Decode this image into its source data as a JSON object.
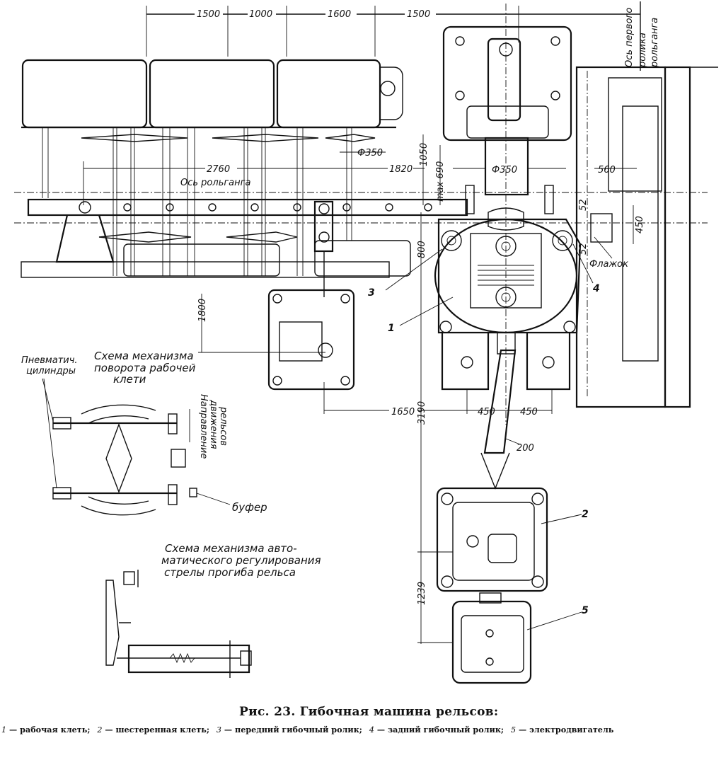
{
  "figure": {
    "title": "Рис. 23. Гибочная машина рельсов:",
    "legend": [
      {
        "num": "1",
        "sep": "—",
        "text": "рабочая клеть;"
      },
      {
        "num": "2",
        "sep": "—",
        "text": "шестеренная клеть;"
      },
      {
        "num": "3",
        "sep": "—",
        "text": "передний гибочный ролик;"
      },
      {
        "num": "4",
        "sep": "—",
        "text": "задний гибочный ролик;"
      },
      {
        "num": "5",
        "sep": "—",
        "text": "электродвигатель"
      }
    ]
  },
  "drawing": {
    "top_dimensions": [
      "1500",
      "1000",
      "1600",
      "1500"
    ],
    "dimensions": {
      "d2760": "2760",
      "d1820": "1820",
      "phi350_left": "Ф350",
      "phi350_right": "Ф350",
      "d1050": "1050",
      "max690": "max 690",
      "d560": "560",
      "d450_right": "450",
      "d52_top": "52",
      "d52_bottom": "52",
      "d800": "800",
      "d1800": "1800",
      "d1650": "1650",
      "d3190": "3190",
      "d450_a": "450",
      "d450_b": "450",
      "d200": "200",
      "d1239": "1239"
    },
    "labels": {
      "rollgang_axis": "Ось рольганга",
      "first_roller_axis_1": "Ось первого",
      "first_roller_axis_2": "ролика",
      "first_roller_axis_3": "рольганга",
      "flag": "Флажок",
      "pneumatic_1": "Пневматич.",
      "pneumatic_2": "цилиндры",
      "scheme_turn_1": "Схема механизма",
      "scheme_turn_2": "поворота рабочей",
      "scheme_turn_3": "клети",
      "direction_1": "Направление",
      "direction_2": "движения",
      "direction_3": "рельсов",
      "buffer": "буфер",
      "scheme_auto_1": "Схема механизма авто-",
      "scheme_auto_2": "матического регулирования",
      "scheme_auto_3": "стрелы прогиба рельса"
    },
    "callouts": [
      "1",
      "2",
      "3",
      "4",
      "5"
    ]
  }
}
